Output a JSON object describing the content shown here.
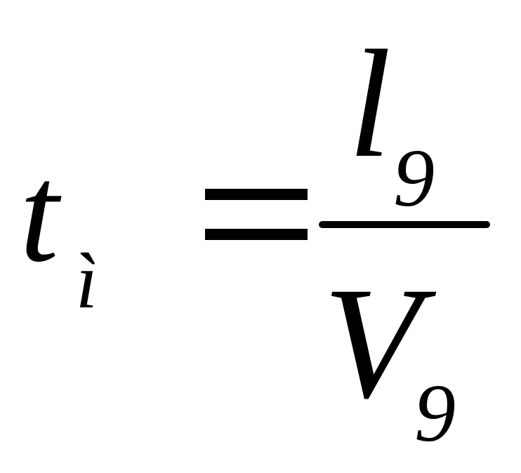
{
  "formula": {
    "lhs": {
      "variable": "t",
      "subscript": "ì"
    },
    "operator": "=",
    "numerator": {
      "variable": "l",
      "subscript": "9"
    },
    "denominator": {
      "variable": "V",
      "subscript": "9"
    }
  }
}
